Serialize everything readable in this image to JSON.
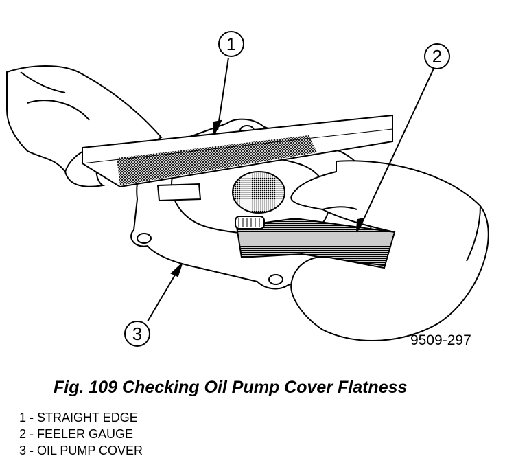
{
  "figure": {
    "code": "9509-297",
    "caption": "Fig. 109 Checking Oil Pump Cover Flatness"
  },
  "callouts": [
    {
      "number": "1",
      "label": "STRAIGHT EDGE"
    },
    {
      "number": "2",
      "label": "FEELER GAUGE"
    },
    {
      "number": "3",
      "label": "OIL PUMP COVER"
    }
  ],
  "legend": [
    "1 - STRAIGHT EDGE",
    "2 - FEELER GAUGE",
    "3 - OIL PUMP COVER"
  ]
}
